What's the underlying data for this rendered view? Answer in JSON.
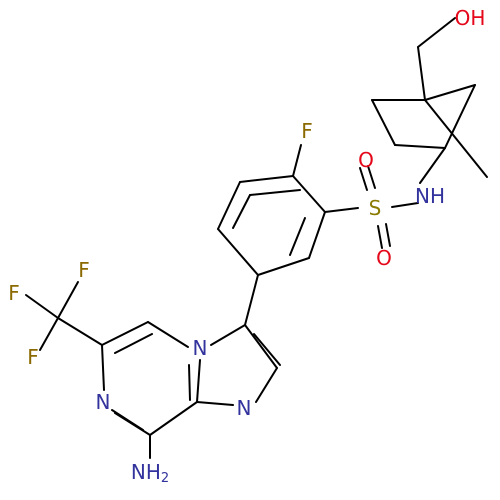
{
  "colors": {
    "bond": "#000000",
    "nitrogen": "#33339e",
    "oxygen": "#e5071a",
    "fluorine": "#8a6a00",
    "sulfur": "#8a7a00",
    "background": "#ffffff"
  },
  "molecule": {
    "atoms": [
      {
        "id": "OH",
        "text": "OH",
        "element": "oxygen"
      },
      {
        "id": "NH_sulfonamide",
        "text": "NH",
        "element": "nitrogen"
      },
      {
        "id": "O_upper",
        "text": "O",
        "element": "oxygen"
      },
      {
        "id": "O_lower",
        "text": "O",
        "element": "oxygen"
      },
      {
        "id": "S",
        "text": "S",
        "element": "sulfur"
      },
      {
        "id": "F_aryl",
        "text": "F",
        "element": "fluorine"
      },
      {
        "id": "F_cf3_top",
        "text": "F",
        "element": "fluorine"
      },
      {
        "id": "F_cf3_left",
        "text": "F",
        "element": "fluorine"
      },
      {
        "id": "F_cf3_bottom",
        "text": "F",
        "element": "fluorine"
      },
      {
        "id": "N_bridgehead",
        "text": "N",
        "element": "nitrogen"
      },
      {
        "id": "N_imidazole",
        "text": "N",
        "element": "nitrogen"
      },
      {
        "id": "N_pyrazine",
        "text": "N",
        "element": "nitrogen"
      },
      {
        "id": "NH2",
        "text": "NH",
        "subscript": "2",
        "element": "nitrogen"
      }
    ]
  }
}
